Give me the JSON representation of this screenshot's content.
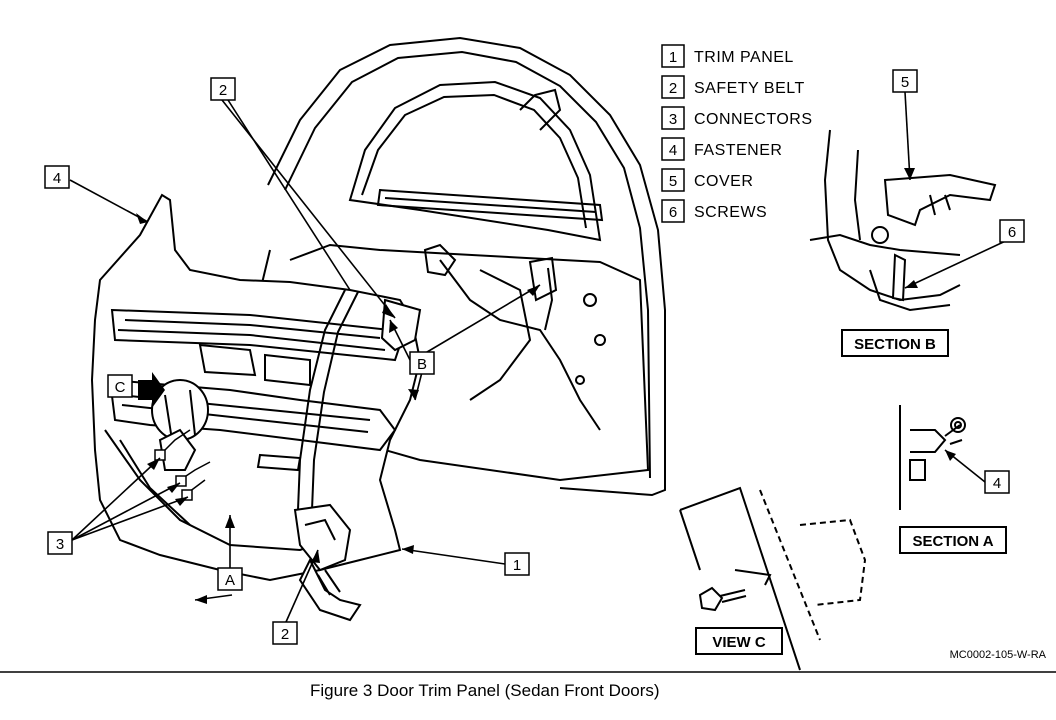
{
  "legend": [
    {
      "num": "1",
      "text": "TRIM PANEL"
    },
    {
      "num": "2",
      "text": "SAFETY BELT"
    },
    {
      "num": "3",
      "text": "CONNECTORS"
    },
    {
      "num": "4",
      "text": "FASTENER"
    },
    {
      "num": "5",
      "text": "COVER"
    },
    {
      "num": "6",
      "text": "SCREWS"
    }
  ],
  "callouts": {
    "c2_top": "2",
    "c4_left": "4",
    "cC": "C",
    "cB": "B",
    "c3": "3",
    "cA": "A",
    "c1": "1",
    "c2_bottom": "2",
    "c5": "5",
    "c6": "6",
    "c4_right": "4"
  },
  "section_labels": {
    "section_b": "SECTION B",
    "section_a": "SECTION A",
    "view_c": "VIEW C"
  },
  "figure_code": "MC0002-105-W-RA",
  "caption": "Figure 3 Door Trim Panel (Sedan Front Doors)"
}
